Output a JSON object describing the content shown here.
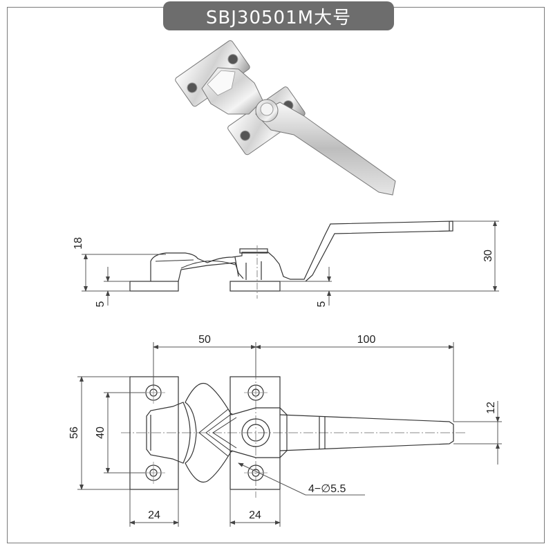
{
  "title": "SBJ30501M大号",
  "colors": {
    "line": "#333333",
    "dim_line": "#555555",
    "center_line": "#888888",
    "metal_light": "#f2f2f2",
    "metal_mid": "#c9c9c9",
    "metal_dark": "#8a8a8a"
  },
  "side_view": {
    "dim_height_upper": "18",
    "dim_height_total": "30",
    "dim_base_left": "5",
    "dim_base_right": "5"
  },
  "top_view": {
    "dim_spacing": "50",
    "dim_length": "100",
    "dim_height_overall": "56",
    "dim_hole_spacing": "40",
    "dim_handle_width": "12",
    "dim_plate_width_left": "24",
    "dim_plate_width_right": "24",
    "hole_callout": "4−∅5.5"
  }
}
